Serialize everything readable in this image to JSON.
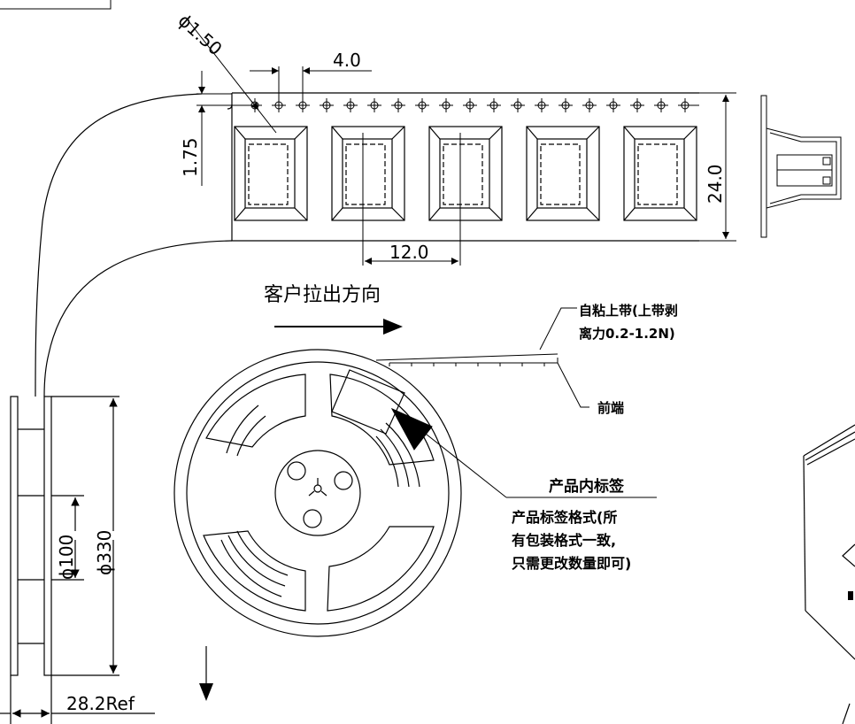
{
  "dimensions": {
    "hole_diameter": "ϕ1.50",
    "hole_pitch": "4.0",
    "hole_offset": "1.75",
    "tape_width": "24.0",
    "pocket_pitch": "12.0",
    "hub_diameter": "ϕ100",
    "reel_diameter": "ϕ330",
    "reel_width": "28.2Ref"
  },
  "labels": {
    "pull_direction": "客户拉出方向",
    "cover_tape_line1": "自粘上带(上带剥",
    "cover_tape_line2": "离力0.2-1.2N)",
    "leader": "前端",
    "inner_label": "产品内标签",
    "label_note_line1": "产品标签格式(所",
    "label_note_line2": "有包装格式一致,",
    "label_note_line3": "只需更改数量即可)"
  },
  "colors": {
    "line": "#000000",
    "background": "#ffffff"
  }
}
